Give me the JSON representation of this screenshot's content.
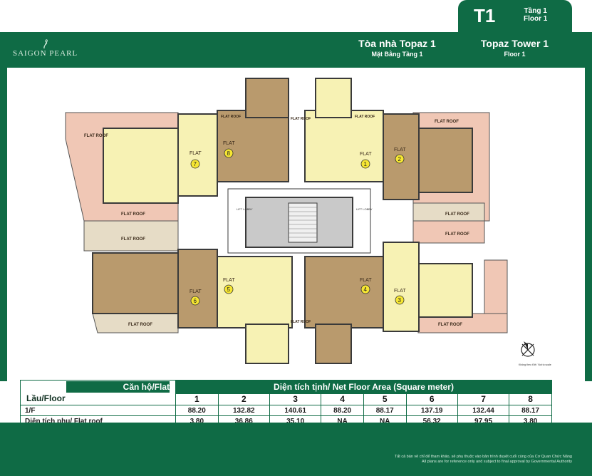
{
  "header": {
    "logo_text": "SAIGON PEARL",
    "title_vn": "Tòa nhà Topaz 1",
    "subtitle_vn": "Mặt Bằng Tầng 1",
    "title_en": "Topaz Tower 1",
    "subtitle_en": "Floor 1",
    "tower_code": "T1",
    "floor_vn": "Tầng 1",
    "floor_en": "Floor 1"
  },
  "plan": {
    "flat_roof_label": "FLAT ROOF",
    "flat_label": "FLAT",
    "lift_lobby_label": "LIFT LOBBY",
    "flats": [
      "1",
      "2",
      "3",
      "4",
      "5",
      "6",
      "7",
      "8"
    ],
    "compass_note": "Không theo tỉ lệ / Not to scale",
    "colors": {
      "flat_tan": "#b99a6d",
      "flat_cream": "#f7f2b4",
      "flat_roof_pink": "#f0c7b5",
      "flat_roof_beige": "#e6dcc6",
      "wall": "#3a3a3a",
      "core_gray": "#c9c9c9"
    }
  },
  "table": {
    "corner_top": "Căn hộ/Flat",
    "corner_bottom": "Lầu/Floor",
    "header": "Diện tích tịnh/ Net Floor Area (Square meter)",
    "columns": [
      "1",
      "2",
      "3",
      "4",
      "5",
      "6",
      "7",
      "8"
    ],
    "rows": [
      {
        "label": "1/F",
        "values": [
          "88.20",
          "132.82",
          "140.61",
          "88.20",
          "88.17",
          "137.19",
          "132.44",
          "88.17"
        ]
      },
      {
        "label": "Diện tích phụ/ Flat roof",
        "values": [
          "3.80",
          "36.86",
          "35.10",
          "NA",
          "NA",
          "56.32",
          "97.95",
          "3.80"
        ]
      }
    ]
  },
  "footer": {
    "disclaimer_vn": "Tất cả bản vẽ chỉ để tham khảo, sẽ phụ thuộc vào bản trình duyệt cuối cùng của Cơ Quan Chức Năng",
    "disclaimer_en": "All plans are for reference only and subject to final approval by Governmental Authority"
  }
}
